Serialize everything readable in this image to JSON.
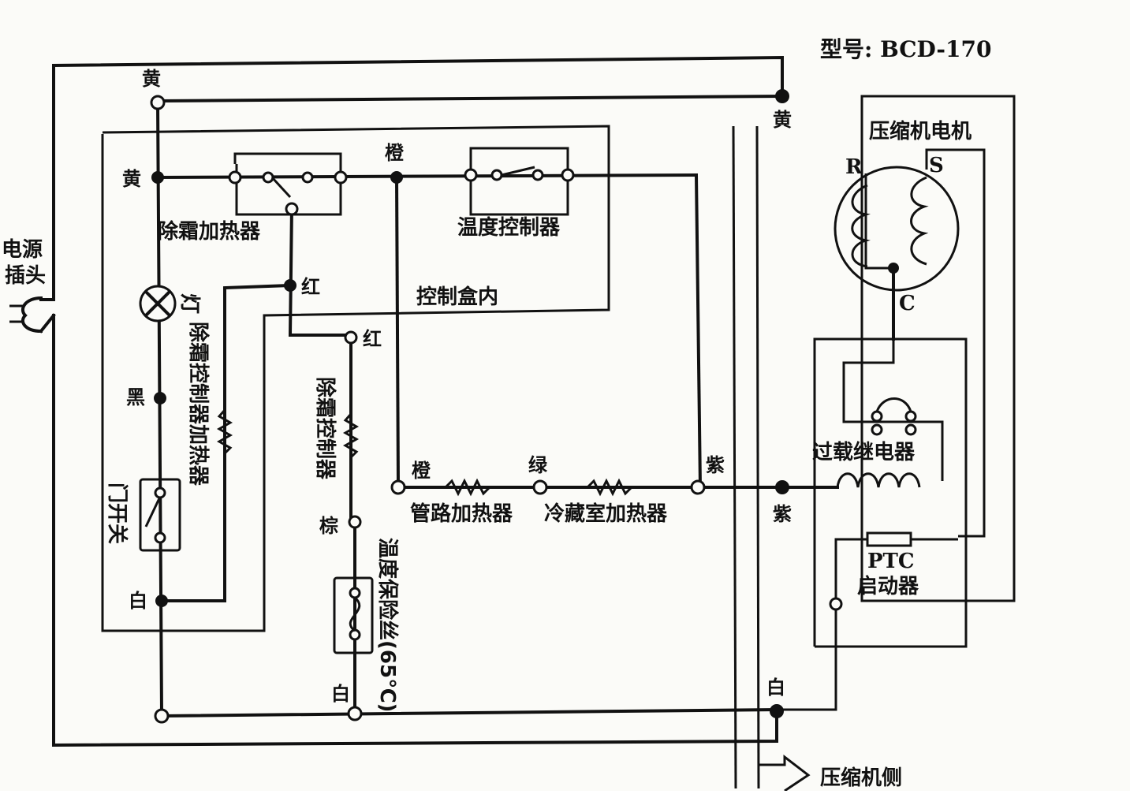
{
  "model": "型号: BCD-170",
  "labels": {
    "power_plug": [
      "电源",
      "插头"
    ],
    "yellow": "黄",
    "orange": "橙",
    "red": "红",
    "black": "黑",
    "white": "白",
    "brown": "棕",
    "green": "绿",
    "purple": "紫",
    "defrost_heater": "除霜加热器",
    "temp_controller": "温度控制器",
    "control_box": "控制盒内",
    "lamp": "灯",
    "defrost_ctrl_heater": "除霜控制器加热器",
    "door_switch": "门开关",
    "defrost_controller": "除霜控制器",
    "thermal_fuse": "温度保险丝(65℃)",
    "pipe_heater": "管路加热器",
    "fridge_heater": "冷藏室加热器",
    "compressor_motor": "压缩机电机",
    "terminal_r": "R",
    "terminal_s": "S",
    "terminal_c": "C",
    "overload_relay": "过载继电器",
    "ptc": "PTC",
    "starter": "启动器",
    "compressor_side": "压缩机侧"
  },
  "colors": {
    "ink": "#111111",
    "paper": "#fbfbf8"
  }
}
